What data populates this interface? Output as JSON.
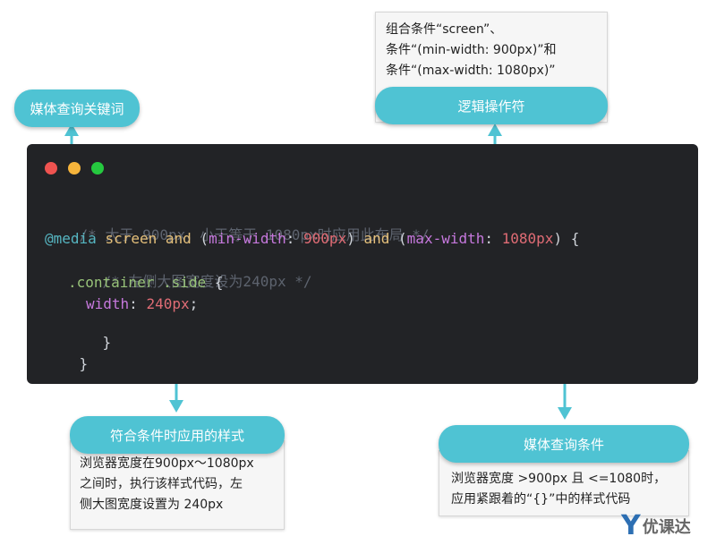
{
  "labels": {
    "keyword": "媒体查询关键词",
    "logic": "逻辑操作符",
    "style": "符合条件时应用的样式",
    "condition": "媒体查询条件"
  },
  "cards": {
    "logic_note": [
      "组合条件“screen”、",
      "条件“(min-width: 900px)”和",
      "条件“(max-width: 1080px)”"
    ],
    "style_note": [
      "浏览器宽度在900px～1080px",
      "之间时，执行该样式代码，左",
      "侧大图宽度设置为 240px"
    ],
    "condition_note": [
      "浏览器宽度 >900px 且 <=1080时，",
      "应用紧跟着的“{}”中的样式代码"
    ]
  },
  "code": {
    "comment1": "/* 大于 900px，小于等于 1080px时应用此布局 */",
    "at_media": "@media",
    "screen": "screen",
    "and1": "and",
    "paren_open1": "(",
    "min_width": "min-width",
    "colon1": ": ",
    "min_value": "900px",
    "paren_close1": ")",
    "and2": "and",
    "paren_open2": "(",
    "max_width": "max-width",
    "colon2": ": ",
    "max_value": "1080px",
    "paren_close2": ")",
    "brace_open": "{",
    "comment2": "/* 左侧大图宽度设为240px */",
    "selector": ".container .side",
    "inner_brace_open": "{",
    "prop": "width",
    "colon3": ": ",
    "value": "240px",
    "semicolon": ";",
    "inner_brace_close": "}",
    "brace_close": "}"
  },
  "colors": {
    "accent": "#4fc3d3",
    "code_bg": "#222326",
    "dot_red": "#ef5350",
    "dot_yellow": "#f6b43b",
    "dot_green": "#25c93f"
  },
  "logo": {
    "mark": "Y",
    "text": "优课达"
  }
}
